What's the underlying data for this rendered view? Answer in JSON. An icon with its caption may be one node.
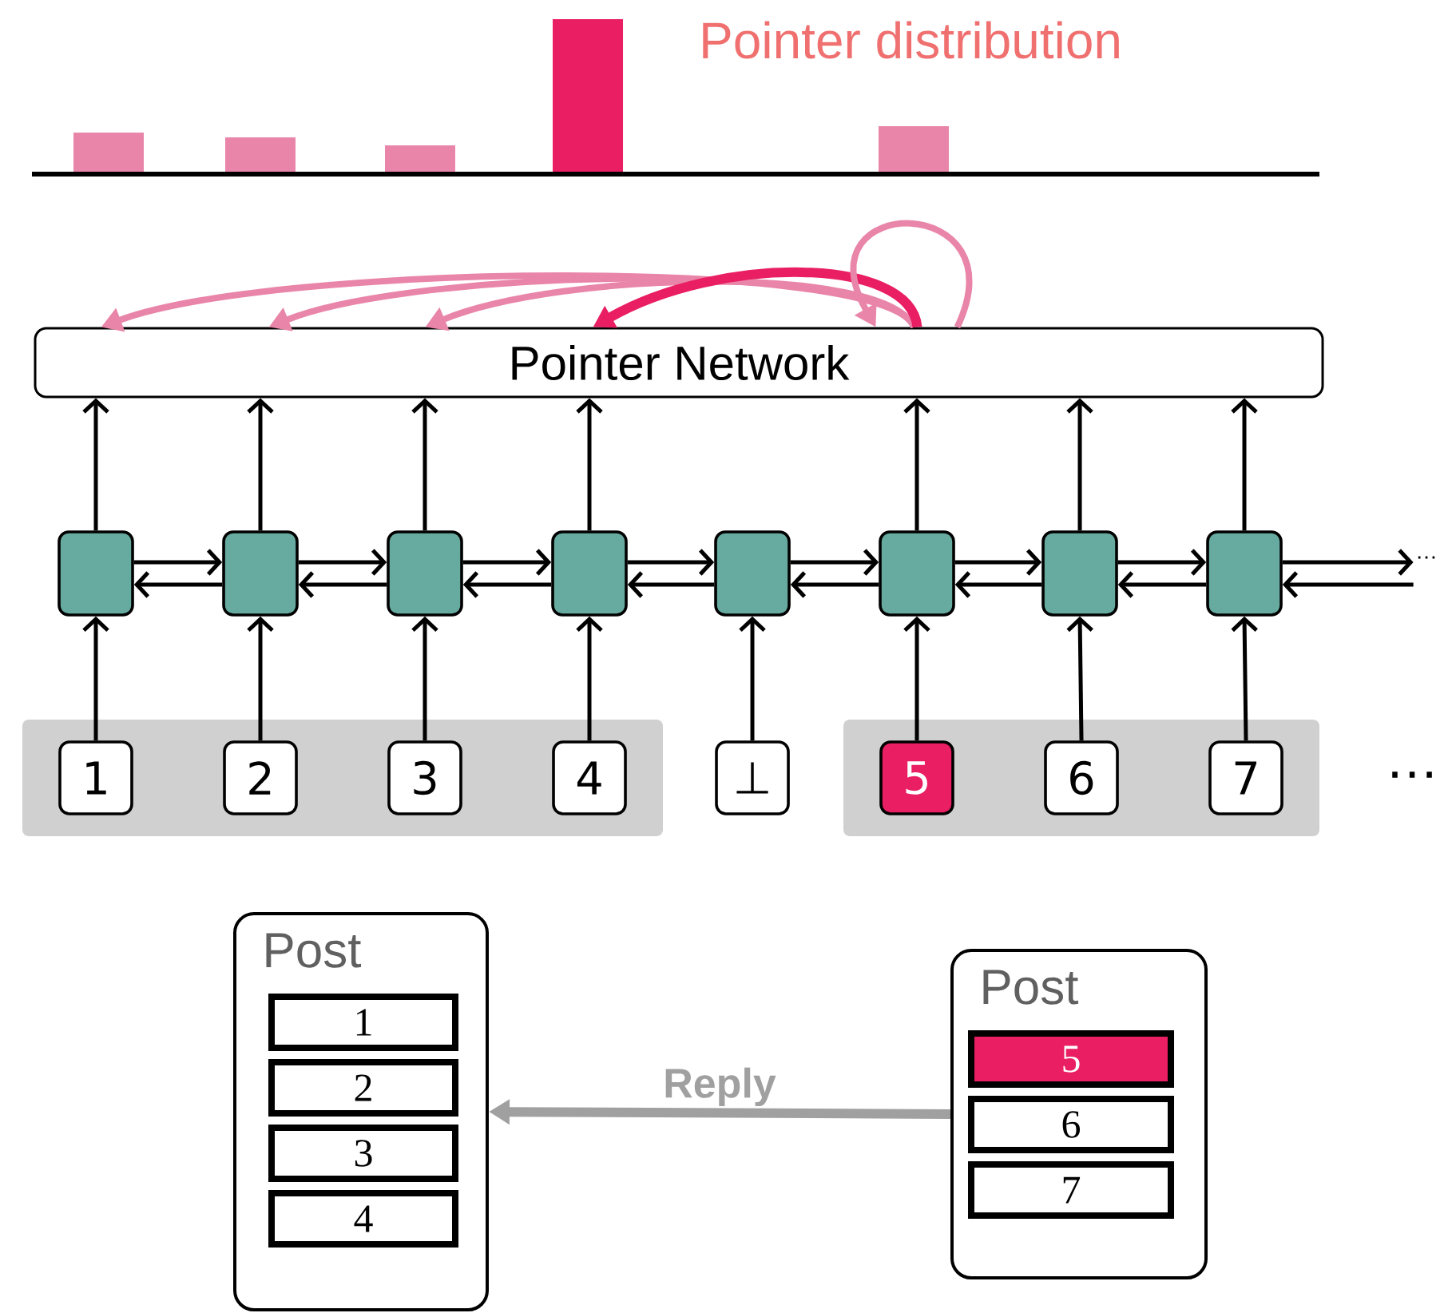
{
  "diagram": {
    "title": "Pointer distribution",
    "nodes": [
      {
        "text": [
          "Pointer Network"
        ]
      },
      {
        "text": [],
        "shape": "box"
      },
      {
        "text": [],
        "shape": "box"
      },
      {
        "text": [],
        "shape": "box"
      },
      {
        "text": [],
        "shape": "box"
      },
      {
        "text": [],
        "shape": "box"
      },
      {
        "text": [],
        "shape": "box"
      },
      {
        "text": [],
        "shape": "box"
      },
      {
        "text": [],
        "shape": "box"
      },
      {
        "text": [],
        "shape": "box"
      },
      {
        "text": [
          "1"
        ],
        "in": 9
      },
      {
        "text": [
          "2"
        ],
        "in": 9
      },
      {
        "text": [
          "3"
        ],
        "in": 9
      },
      {
        "text": [
          "4"
        ],
        "in": 9
      },
      {
        "text": [
          "⊥"
        ]
      },
      {
        "text": [],
        "shape": "box"
      },
      {
        "text": [
          "5"
        ],
        "in": 15
      },
      {
        "text": [
          "6"
        ],
        "in": 15
      },
      {
        "text": [
          "7"
        ],
        "in": 15
      },
      {
        "text": [
          "Post"
        ]
      },
      {
        "text": [
          "1"
        ],
        "in": 19
      },
      {
        "text": [
          "2"
        ],
        "in": 19
      },
      {
        "text": [
          "3"
        ],
        "in": 19
      },
      {
        "text": [
          "4"
        ],
        "in": 19
      },
      {
        "text": [
          "Post"
        ]
      },
      {
        "text": [
          "5"
        ],
        "in": 24
      },
      {
        "text": [
          "6"
        ],
        "in": 24
      },
      {
        "text": [
          "7"
        ],
        "in": 24
      },
      {
        "text": [
          "…"
        ]
      }
    ],
    "edges": [
      {
        "from": 0,
        "to": 0,
        "arrow": "to",
        "color": "#e985a8"
      },
      {
        "from": 0,
        "to": 0,
        "arrow": "to",
        "color": "#e985a8"
      },
      {
        "from": 0,
        "to": 0,
        "arrow": "to",
        "color": "#e985a8"
      },
      {
        "from": 0,
        "to": 0,
        "arrow": "to",
        "color": "#e91e63",
        "style": "thick"
      },
      {
        "from": 0,
        "to": 0,
        "arrow": "to",
        "color": "#e985a8"
      },
      {
        "from": 10,
        "to": 1,
        "arrow": "to"
      },
      {
        "from": 11,
        "to": 2,
        "arrow": "to"
      },
      {
        "from": 12,
        "to": 3,
        "arrow": "to"
      },
      {
        "from": 13,
        "to": 4,
        "arrow": "to"
      },
      {
        "from": 14,
        "to": 5,
        "arrow": "to"
      },
      {
        "from": 16,
        "to": 6,
        "arrow": "to"
      },
      {
        "from": 17,
        "to": 7,
        "arrow": "to"
      },
      {
        "from": 18,
        "to": 8,
        "arrow": "to"
      },
      {
        "from": 1,
        "to": 0,
        "arrow": "to"
      },
      {
        "from": 2,
        "to": 0,
        "arrow": "to"
      },
      {
        "from": 3,
        "to": 0,
        "arrow": "to"
      },
      {
        "from": 4,
        "to": 0,
        "arrow": "to"
      },
      {
        "from": 6,
        "to": 0,
        "arrow": "to"
      },
      {
        "from": 7,
        "to": 0,
        "arrow": "to"
      },
      {
        "from": 8,
        "to": 0,
        "arrow": "to"
      },
      {
        "from": 1,
        "to": 2,
        "arrow": "to"
      },
      {
        "from": 2,
        "to": 3,
        "arrow": "to"
      },
      {
        "from": 3,
        "to": 4,
        "arrow": "to"
      },
      {
        "from": 4,
        "to": 5,
        "arrow": "to"
      },
      {
        "from": 5,
        "to": 6,
        "arrow": "to"
      },
      {
        "from": 6,
        "to": 7,
        "arrow": "to"
      },
      {
        "from": 7,
        "to": 8,
        "arrow": "to"
      },
      {
        "from": 8,
        "to": 28,
        "arrow": "to"
      },
      {
        "from": 2,
        "to": 1,
        "arrow": "to"
      },
      {
        "from": 3,
        "to": 2,
        "arrow": "to"
      },
      {
        "from": 4,
        "to": 3,
        "arrow": "to"
      },
      {
        "from": 5,
        "to": 4,
        "arrow": "to"
      },
      {
        "from": 6,
        "to": 5,
        "arrow": "to"
      },
      {
        "from": 7,
        "to": 6,
        "arrow": "to"
      },
      {
        "from": 8,
        "to": 7,
        "arrow": "to"
      },
      {
        "from": 28,
        "to": 8,
        "arrow": "to"
      },
      {
        "from": 24,
        "to": 19,
        "arrow": "to",
        "label": "Reply",
        "color": "#a0a0a0",
        "style": "thick"
      }
    ],
    "labels": [
      "…"
    ]
  }
}
